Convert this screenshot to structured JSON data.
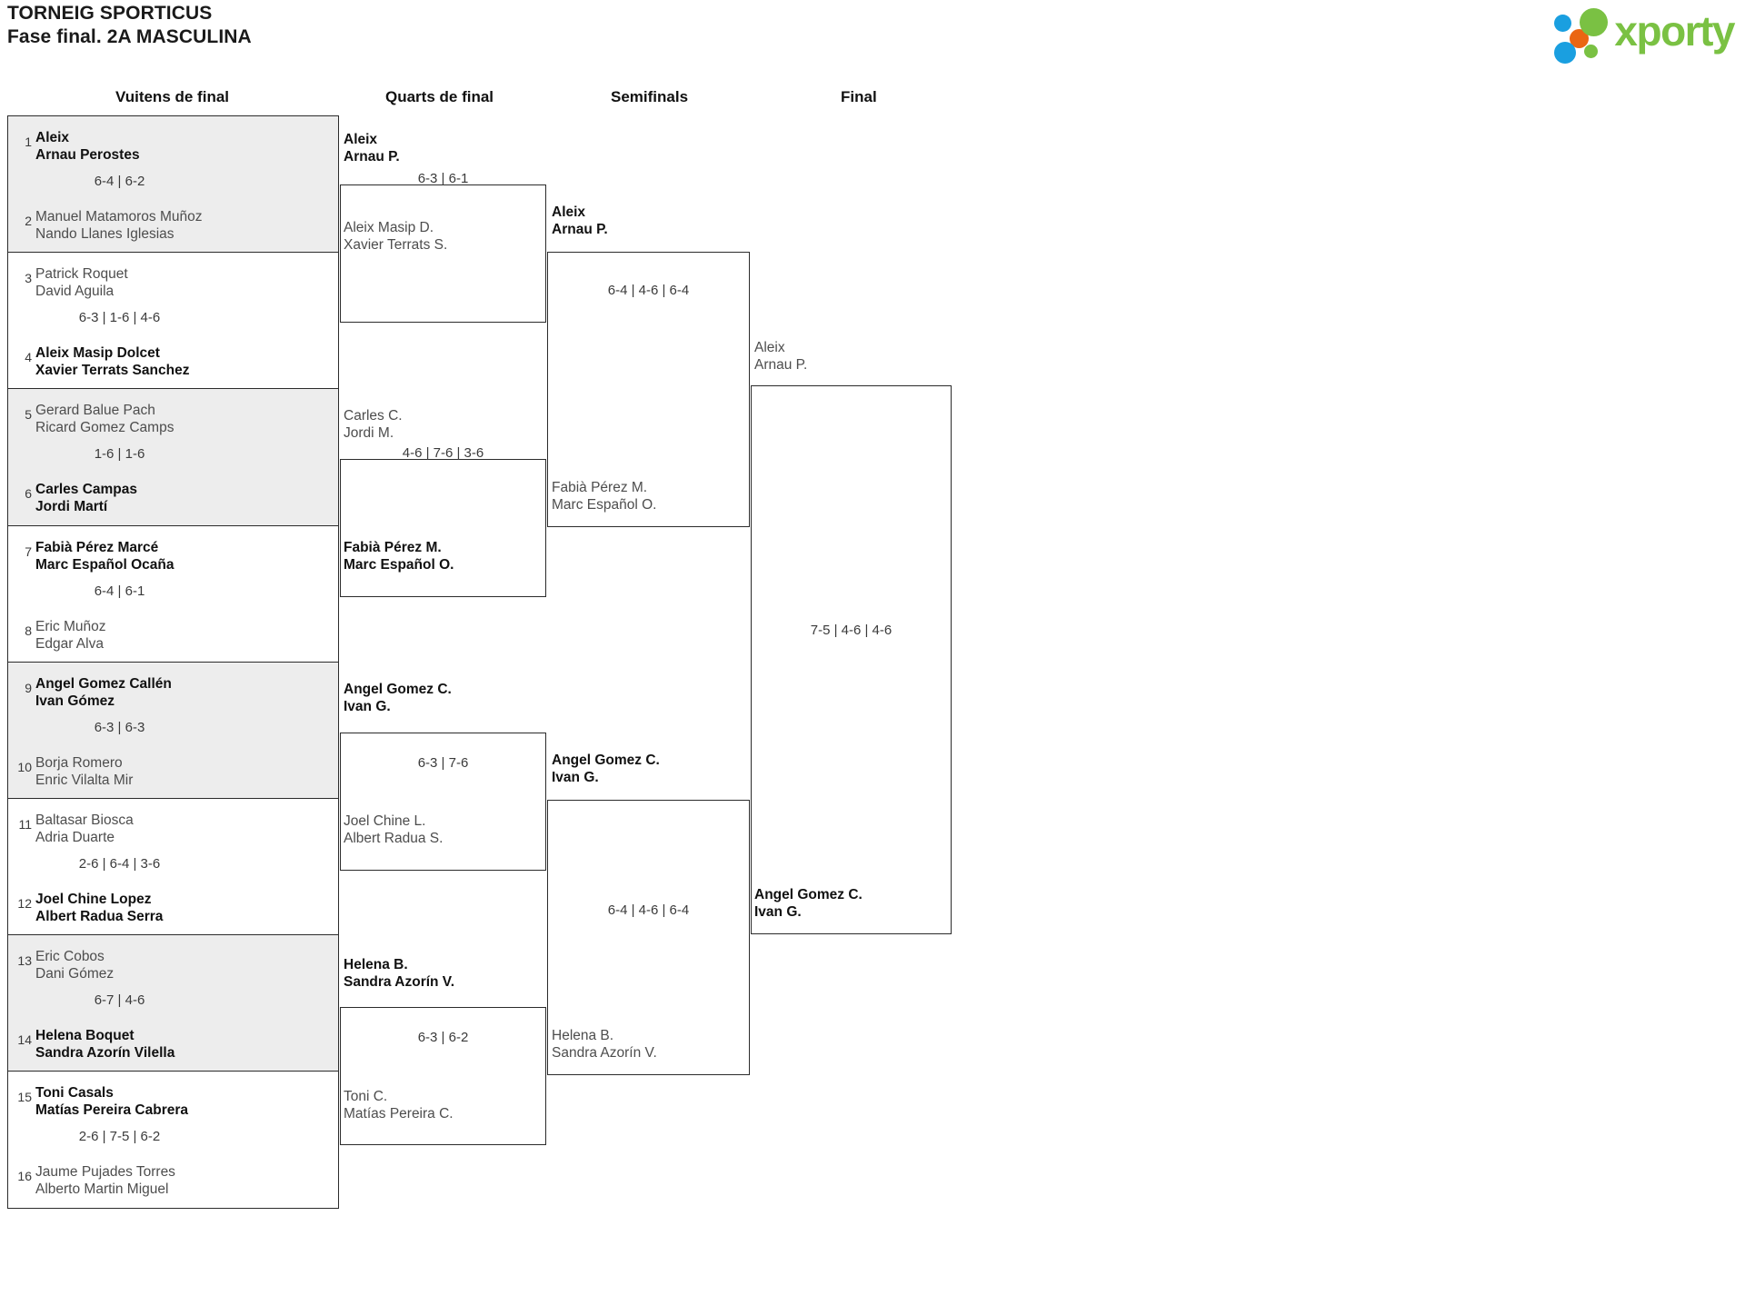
{
  "header": {
    "tournament": "TORNEIG SPORTICUS",
    "phase": "Fase final. 2A MASCULINA",
    "logo_word": "xporty",
    "brand_colors": {
      "green": "#7ac143",
      "blue": "#1a9fe0",
      "orange": "#ea6612"
    }
  },
  "rounds": [
    {
      "label": "Vuitens de final"
    },
    {
      "label": "Quarts de final"
    },
    {
      "label": "Semifinals"
    },
    {
      "label": "Final"
    }
  ],
  "bracket_data": {
    "type": "single-elimination",
    "size": 16,
    "round_of_16": [
      {
        "seed_top": "1",
        "top_p1": "Aleix",
        "top_p2": "Arnau Perostes",
        "seed_bot": "2",
        "bot_p1": "Manuel Matamoros Muñoz",
        "bot_p2": "Nando Llanes Iglesias",
        "score": "6-4 | 6-2",
        "winner": "top"
      },
      {
        "seed_top": "3",
        "top_p1": "Patrick Roquet",
        "top_p2": "David Aguila",
        "seed_bot": "4",
        "bot_p1": "Aleix Masip Dolcet",
        "bot_p2": "Xavier Terrats Sanchez",
        "score": "6-3 | 1-6 | 4-6",
        "winner": "bottom"
      },
      {
        "seed_top": "5",
        "top_p1": "Gerard Balue Pach",
        "top_p2": "Ricard Gomez Camps",
        "seed_bot": "6",
        "bot_p1": "Carles Campas",
        "bot_p2": "Jordi Martí",
        "score": "1-6 | 1-6",
        "winner": "bottom"
      },
      {
        "seed_top": "7",
        "top_p1": "Fabià Pérez Marcé",
        "top_p2": "Marc Español Ocaña",
        "seed_bot": "8",
        "bot_p1": "Eric Muñoz",
        "bot_p2": "Edgar Alva",
        "score": "6-4 | 6-1",
        "winner": "top"
      },
      {
        "seed_top": "9",
        "top_p1": "Angel Gomez Callén",
        "top_p2": "Ivan Gómez",
        "seed_bot": "10",
        "bot_p1": "Borja Romero",
        "bot_p2": "Enric Vilalta Mir",
        "score": "6-3 | 6-3",
        "winner": "top"
      },
      {
        "seed_top": "11",
        "top_p1": "Baltasar Biosca",
        "top_p2": "Adria Duarte",
        "seed_bot": "12",
        "bot_p1": "Joel Chine Lopez",
        "bot_p2": "Albert Radua Serra",
        "score": "2-6 | 6-4 | 3-6",
        "winner": "bottom"
      },
      {
        "seed_top": "13",
        "top_p1": "Eric Cobos",
        "top_p2": "Dani Gómez",
        "seed_bot": "14",
        "bot_p1": "Helena Boquet",
        "bot_p2": "Sandra Azorín Vilella",
        "score": "6-7 | 4-6",
        "winner": "bottom"
      },
      {
        "seed_top": "15",
        "top_p1": "Toni Casals",
        "top_p2": "Matías Pereira Cabrera",
        "seed_bot": "16",
        "bot_p1": "Jaume Pujades Torres",
        "bot_p2": "Alberto Martin Miguel",
        "score": "2-6 | 7-5 | 6-2",
        "winner": "top"
      }
    ],
    "quarter_finals": [
      {
        "top_p1": "Aleix",
        "top_p2": "Arnau P.",
        "bot_p1": "Aleix Masip D.",
        "bot_p2": "Xavier Terrats S.",
        "score": "6-3 | 6-1",
        "winner": "top"
      },
      {
        "top_p1": "Carles C.",
        "top_p2": "Jordi M.",
        "bot_p1": "Fabià Pérez M.",
        "bot_p2": "Marc Español O.",
        "score": "4-6 | 7-6 | 3-6",
        "winner": "bottom"
      },
      {
        "top_p1": "Angel Gomez C.",
        "top_p2": "Ivan G.",
        "bot_p1": "Joel Chine L.",
        "bot_p2": "Albert Radua S.",
        "score": "6-3 | 7-6",
        "winner": "top"
      },
      {
        "top_p1": "Helena B.",
        "top_p2": "Sandra Azorín V.",
        "bot_p1": "Toni C.",
        "bot_p2": "Matías Pereira C.",
        "score": "6-3 | 6-2",
        "winner": "top"
      }
    ],
    "semi_finals": [
      {
        "top_p1": "Aleix",
        "top_p2": "Arnau P.",
        "bot_p1": "Fabià Pérez M.",
        "bot_p2": "Marc Español O.",
        "score": "6-4 | 4-6 | 6-4",
        "winner": "top"
      },
      {
        "top_p1": "Angel Gomez C.",
        "top_p2": "Ivan G.",
        "bot_p1": "Helena B.",
        "bot_p2": "Sandra Azorín V.",
        "score": "6-4 | 4-6 | 6-4",
        "winner": "top"
      }
    ],
    "final": [
      {
        "top_p1": "Aleix",
        "top_p2": "Arnau P.",
        "bot_p1": "Angel Gomez C.",
        "bot_p2": "Ivan G.",
        "score": "7-5 | 4-6 | 4-6",
        "winner": "bottom"
      }
    ]
  }
}
